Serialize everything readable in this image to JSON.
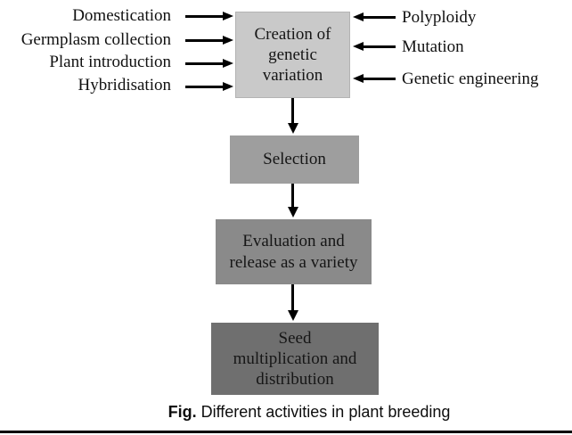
{
  "diagram": {
    "creation_box": "Creation of genetic variation",
    "left_inputs": [
      "Domestication",
      "Germplasm collection",
      "Plant introduction",
      "Hybridisation"
    ],
    "right_inputs": [
      "Polyploidy",
      "Mutation",
      "Genetic engineering"
    ],
    "stages": [
      "Selection",
      "Evaluation and release as a variety",
      "Seed multiplication and distribution"
    ]
  },
  "caption": {
    "prefix": "Fig.",
    "text": "Different activities in plant breeding"
  },
  "colors": {
    "creation_box_bg": "#c9c9c9",
    "selection_box_bg": "#9e9e9e",
    "evaluation_box_bg": "#8a8a8a",
    "seed_box_bg": "#6f6f6f",
    "arrow_color": "#000000",
    "bottom_rule_color": "#000000"
  }
}
